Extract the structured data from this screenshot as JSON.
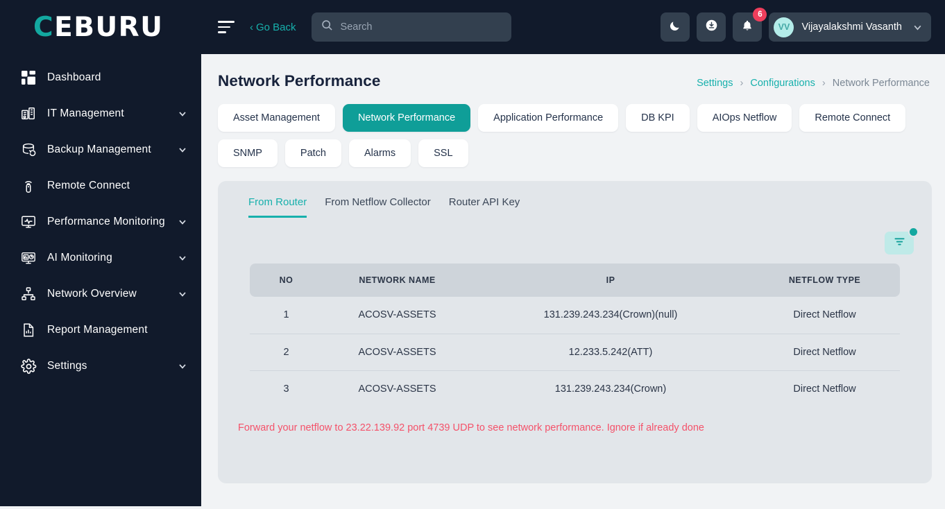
{
  "brand": {
    "logo_prefix": "C",
    "logo_rest": "EBURU",
    "accent": "#13a8a0"
  },
  "sidebar": {
    "items": [
      {
        "label": "Dashboard",
        "icon": "dashboard-icon",
        "expandable": false
      },
      {
        "label": "IT Management",
        "icon": "it-management-icon",
        "expandable": true
      },
      {
        "label": "Backup Management",
        "icon": "backup-management-icon",
        "expandable": true
      },
      {
        "label": "Remote Connect",
        "icon": "remote-connect-icon",
        "expandable": false
      },
      {
        "label": "Performance Monitoring",
        "icon": "performance-monitoring-icon",
        "expandable": true
      },
      {
        "label": "AI Monitoring",
        "icon": "ai-monitoring-icon",
        "expandable": true
      },
      {
        "label": "Network Overview",
        "icon": "network-overview-icon",
        "expandable": true
      },
      {
        "label": "Report Management",
        "icon": "report-management-icon",
        "expandable": false
      },
      {
        "label": "Settings",
        "icon": "settings-gear-icon",
        "expandable": true
      }
    ]
  },
  "topbar": {
    "menu_icon": "hamburger-icon",
    "go_back": "Go Back",
    "search": {
      "placeholder": "Search",
      "value": "",
      "icon": "search-icon"
    },
    "theme_toggle_icon": "moon-icon",
    "download_icon": "download-circle-icon",
    "notifications": {
      "icon": "bell-icon",
      "count": "6",
      "badge_color": "#ef3e5c"
    },
    "user": {
      "initials": "VV",
      "name": "Vijayalakshmi Vasanth",
      "caret_icon": "chevron-down-icon"
    }
  },
  "page": {
    "title": "Network Performance",
    "breadcrumb": {
      "items": [
        "Settings",
        "Configurations"
      ],
      "current": "Network Performance",
      "separator": "›"
    }
  },
  "tabs": [
    {
      "label": "Asset Management",
      "active": false
    },
    {
      "label": "Network Performance",
      "active": true
    },
    {
      "label": "Application Performance",
      "active": false
    },
    {
      "label": "DB KPI",
      "active": false
    },
    {
      "label": "AIOps Netflow",
      "active": false
    },
    {
      "label": "Remote Connect",
      "active": false
    },
    {
      "label": "SNMP",
      "active": false
    },
    {
      "label": "Patch",
      "active": false
    },
    {
      "label": "Alarms",
      "active": false
    },
    {
      "label": "SSL",
      "active": false
    }
  ],
  "panel": {
    "subtabs": [
      {
        "label": "From Router",
        "active": true
      },
      {
        "label": "From Netflow Collector",
        "active": false
      },
      {
        "label": "Router API Key",
        "active": false
      }
    ],
    "filter": {
      "icon": "filter-funnel-icon",
      "has_badge": true,
      "badge_color": "#13a8a0"
    },
    "table": {
      "headers": [
        "NO",
        "NETWORK NAME",
        "IP",
        "NETFLOW TYPE"
      ],
      "rows": [
        {
          "no": "1",
          "network_name": "ACOSV-ASSETS",
          "ip": "131.239.243.234(Crown)(null)",
          "netflow_type": "Direct Netflow"
        },
        {
          "no": "2",
          "network_name": "ACOSV-ASSETS",
          "ip": "12.233.5.242(ATT)",
          "netflow_type": "Direct Netflow"
        },
        {
          "no": "3",
          "network_name": "ACOSV-ASSETS",
          "ip": "131.239.243.234(Crown)",
          "netflow_type": "Direct Netflow"
        }
      ]
    },
    "note": "Forward your netflow to 23.22.139.92 port 4739 UDP to see network performance. Ignore if already done",
    "note_color": "#f4526a"
  }
}
